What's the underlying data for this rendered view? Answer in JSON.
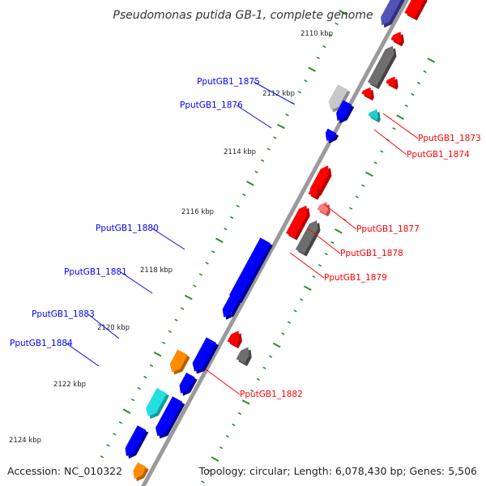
{
  "title": "Pseudomonas putida GB-1, complete genome",
  "accession": "Accession: NC_010322",
  "topology": "Topology: circular; Length: 6,078,430 bp; Genes: 5,506",
  "colors": {
    "backbone": "#9a9a9a",
    "tick": "#2e8b2e",
    "label_blue": "#0000ff",
    "label_red": "#ff0000"
  },
  "ticks": [
    {
      "text": "2110 kbp"
    },
    {
      "text": "2112 kbp"
    },
    {
      "text": "2114 kbp"
    },
    {
      "text": "2116 kbp"
    },
    {
      "text": "2118 kbp"
    },
    {
      "text": "2120 kbp"
    },
    {
      "text": "2122 kbp"
    },
    {
      "text": "2124 kbp"
    }
  ],
  "gene_labels": [
    {
      "text": "PputGB1_1875",
      "color": "#0000ff"
    },
    {
      "text": "PputGB1_1876",
      "color": "#0000ff"
    },
    {
      "text": "PputGB1_1880",
      "color": "#0000ff"
    },
    {
      "text": "PputGB1_1881",
      "color": "#0000ff"
    },
    {
      "text": "PputGB1_1883",
      "color": "#0000ff"
    },
    {
      "text": "PputGB1_1884",
      "color": "#0000ff"
    },
    {
      "text": "PputGB1_1873",
      "color": "#ff0000"
    },
    {
      "text": "PputGB1_1874",
      "color": "#ff0000"
    },
    {
      "text": "PputGB1_1877",
      "color": "#ff0000"
    },
    {
      "text": "PputGB1_1878",
      "color": "#ff0000"
    },
    {
      "text": "PputGB1_1879",
      "color": "#ff0000"
    },
    {
      "text": "PputGB1_1882",
      "color": "#ff0000"
    }
  ],
  "features": [
    {
      "id": "f1",
      "strand": "forward",
      "color": "#ff0000",
      "shade": "#b40000"
    },
    {
      "id": "f2",
      "strand": "forward",
      "color": "#ff0000",
      "shade": "#b40000"
    },
    {
      "id": "f3",
      "strand": "reverse",
      "color": "#5252b8",
      "shade": "#2f2f80"
    },
    {
      "id": "f4",
      "strand": "forward",
      "color": "#ff0000",
      "shade": "#b40000"
    },
    {
      "id": "f5",
      "strand": "forward",
      "color": "#6e6e6e",
      "shade": "#444444"
    },
    {
      "id": "f6",
      "strand": "forward",
      "color": "#ff0000",
      "shade": "#b40000"
    },
    {
      "id": "f7",
      "strand": "forward",
      "color": "#ff0000",
      "shade": "#b40000"
    },
    {
      "id": "f8",
      "strand": "forward",
      "color": "#22cccc",
      "shade": "#138c8c"
    },
    {
      "id": "f9",
      "strand": "reverse",
      "color": "#c8c8c8",
      "shade": "#8c8c8c"
    },
    {
      "id": "f10",
      "strand": "reverse",
      "color": "#0000ff",
      "shade": "#00009a"
    },
    {
      "id": "f11",
      "strand": "reverse",
      "color": "#0000ff",
      "shade": "#00009a"
    },
    {
      "id": "f12",
      "strand": "forward",
      "color": "#ff0000",
      "shade": "#b40000"
    },
    {
      "id": "f13",
      "strand": "forward",
      "color": "#ff0000",
      "shade": "#b40000"
    },
    {
      "id": "f14",
      "strand": "forward",
      "color": "#ff7b7b",
      "shade": "#c04e4e"
    },
    {
      "id": "f15",
      "strand": "forward",
      "color": "#ff0000",
      "shade": "#b40000"
    },
    {
      "id": "f16",
      "strand": "forward",
      "color": "#6e6e6e",
      "shade": "#444444"
    },
    {
      "id": "f17",
      "strand": "reverse",
      "color": "#0000ff",
      "shade": "#00009a"
    },
    {
      "id": "f18",
      "strand": "reverse",
      "color": "#0000ff",
      "shade": "#00009a"
    },
    {
      "id": "f19",
      "strand": "forward",
      "color": "#ff0000",
      "shade": "#b40000"
    },
    {
      "id": "f20",
      "strand": "forward",
      "color": "#6e6e6e",
      "shade": "#444444"
    },
    {
      "id": "f21",
      "strand": "reverse",
      "color": "#0000ff",
      "shade": "#00009a"
    },
    {
      "id": "f22",
      "strand": "reverse",
      "color": "#ff8c00",
      "shade": "#b36200"
    },
    {
      "id": "f23",
      "strand": "reverse",
      "color": "#0000ff",
      "shade": "#00009a"
    },
    {
      "id": "f24",
      "strand": "reverse",
      "color": "#22e0e0",
      "shade": "#149c9c"
    },
    {
      "id": "f25",
      "strand": "reverse",
      "color": "#0000ff",
      "shade": "#00009a"
    },
    {
      "id": "f26",
      "strand": "reverse",
      "color": "#0000ff",
      "shade": "#00009a"
    },
    {
      "id": "f27",
      "strand": "reverse",
      "color": "#ff8c00",
      "shade": "#b36200"
    },
    {
      "id": "f28",
      "strand": "reverse",
      "color": "#0000ff",
      "shade": "#00009a"
    }
  ]
}
